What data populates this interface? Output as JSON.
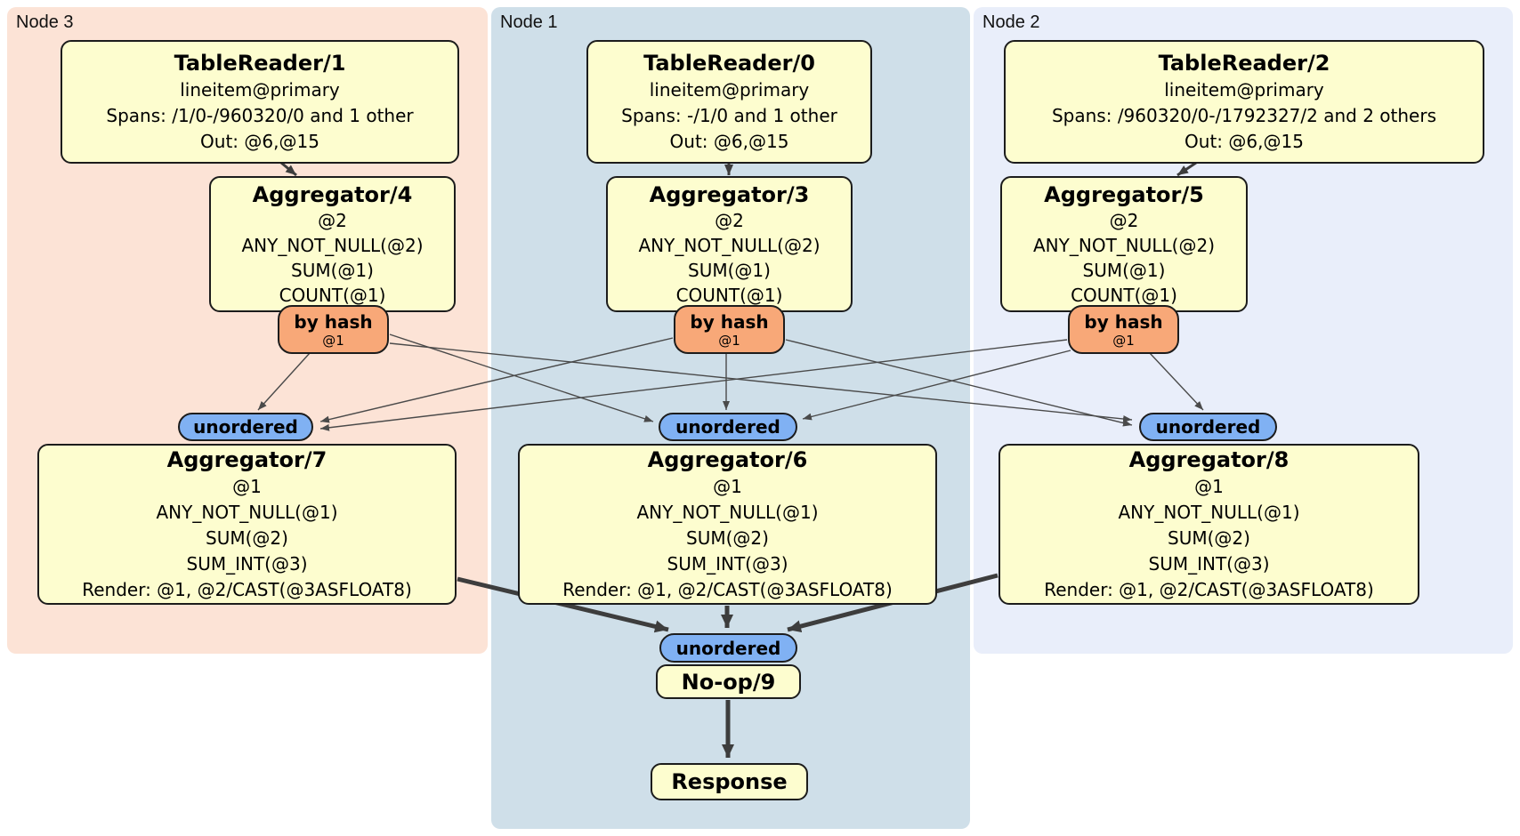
{
  "regions": [
    {
      "id": "node3",
      "label": "Node 3",
      "color": "#fce3d6"
    },
    {
      "id": "node1",
      "label": "Node 1",
      "color": "#cfdfe9"
    },
    {
      "id": "node2",
      "label": "Node 2",
      "color": "#e9eefa"
    }
  ],
  "processors": {
    "tr1": {
      "title": "TableReader/1",
      "lines": [
        "lineitem@primary",
        "Spans: /1/0-/960320/0 and 1 other",
        "Out: @6,@15"
      ]
    },
    "tr0": {
      "title": "TableReader/0",
      "lines": [
        "lineitem@primary",
        "Spans: -/1/0 and 1 other",
        "Out: @6,@15"
      ]
    },
    "tr2": {
      "title": "TableReader/2",
      "lines": [
        "lineitem@primary",
        "Spans: /960320/0-/1792327/2 and 2 others",
        "Out: @6,@15"
      ]
    },
    "agg4": {
      "title": "Aggregator/4",
      "lines": [
        "@2",
        "ANY_NOT_NULL(@2)",
        "SUM(@1)",
        "COUNT(@1)"
      ]
    },
    "agg3": {
      "title": "Aggregator/3",
      "lines": [
        "@2",
        "ANY_NOT_NULL(@2)",
        "SUM(@1)",
        "COUNT(@1)"
      ]
    },
    "agg5": {
      "title": "Aggregator/5",
      "lines": [
        "@2",
        "ANY_NOT_NULL(@2)",
        "SUM(@1)",
        "COUNT(@1)"
      ]
    },
    "agg7": {
      "title": "Aggregator/7",
      "lines": [
        "@1",
        "ANY_NOT_NULL(@1)",
        "SUM(@2)",
        "SUM_INT(@3)",
        "Render: @1, @2/CAST(@3ASFLOAT8)"
      ]
    },
    "agg6": {
      "title": "Aggregator/6",
      "lines": [
        "@1",
        "ANY_NOT_NULL(@1)",
        "SUM(@2)",
        "SUM_INT(@3)",
        "Render: @1, @2/CAST(@3ASFLOAT8)"
      ]
    },
    "agg8": {
      "title": "Aggregator/8",
      "lines": [
        "@1",
        "ANY_NOT_NULL(@1)",
        "SUM(@2)",
        "SUM_INT(@3)",
        "Render: @1, @2/CAST(@3ASFLOAT8)"
      ]
    },
    "noop": {
      "title": "No-op/9"
    },
    "response": {
      "title": "Response"
    }
  },
  "routers": {
    "byhash_node3": {
      "label": "by hash",
      "detail": "@1"
    },
    "byhash_node1": {
      "label": "by hash",
      "detail": "@1"
    },
    "byhash_node2": {
      "label": "by hash",
      "detail": "@1"
    }
  },
  "syncs": {
    "unordered_node3": {
      "label": "unordered"
    },
    "unordered_node1": {
      "label": "unordered"
    },
    "unordered_node2": {
      "label": "unordered"
    },
    "unordered_final": {
      "label": "unordered"
    }
  },
  "colors": {
    "processor_fill": "#fdfdcf",
    "router_fill": "#f8a878",
    "sync_fill": "#80b1f3",
    "edge": "#4a4a4a",
    "background": "#ffffff"
  }
}
